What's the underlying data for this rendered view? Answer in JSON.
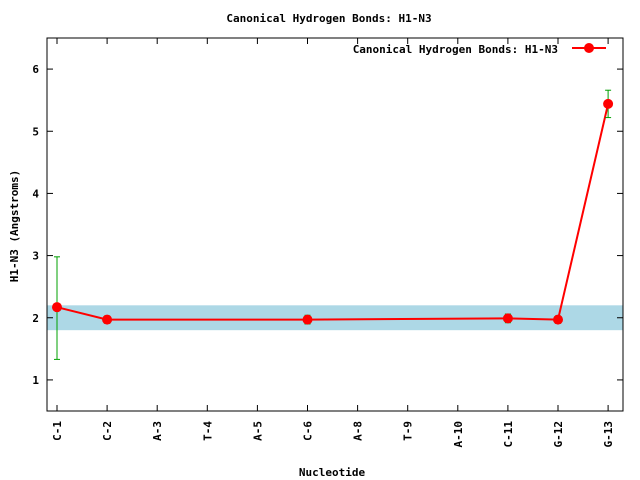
{
  "chart_data": {
    "type": "line",
    "title": "Canonical Hydrogen Bonds: H1-N3",
    "xlabel": "Nucleotide",
    "ylabel": "H1-N3 (Angstroms)",
    "ylim": [
      0.5,
      6.5
    ],
    "yticks": [
      "1",
      "2",
      "3",
      "4",
      "5",
      "6"
    ],
    "categories": [
      "C-1",
      "C-2",
      "A-3",
      "T-4",
      "A-5",
      "C-6",
      "A-8",
      "T-9",
      "A-10",
      "C-11",
      "G-12",
      "G-13"
    ],
    "reference_band": {
      "low": 1.8,
      "high": 2.2,
      "color": "#add8e6"
    },
    "series": [
      {
        "name": "Canonical Hydrogen Bonds: H1-N3",
        "color": "#ff0000",
        "error_color": "#00a000",
        "points": [
          {
            "x": "C-1",
            "y": 2.17,
            "err_low": 1.33,
            "err_high": 2.98
          },
          {
            "x": "C-2",
            "y": 1.97,
            "err_low": 1.91,
            "err_high": 2.03
          },
          {
            "x": "C-6",
            "y": 1.97,
            "err_low": 1.9,
            "err_high": 2.04
          },
          {
            "x": "C-11",
            "y": 1.99,
            "err_low": 1.92,
            "err_high": 2.06
          },
          {
            "x": "G-12",
            "y": 1.97,
            "err_low": 1.91,
            "err_high": 2.03
          },
          {
            "x": "G-13",
            "y": 5.44,
            "err_low": 5.22,
            "err_high": 5.66
          }
        ]
      }
    ],
    "legend_position": "top-right",
    "grid": false
  }
}
